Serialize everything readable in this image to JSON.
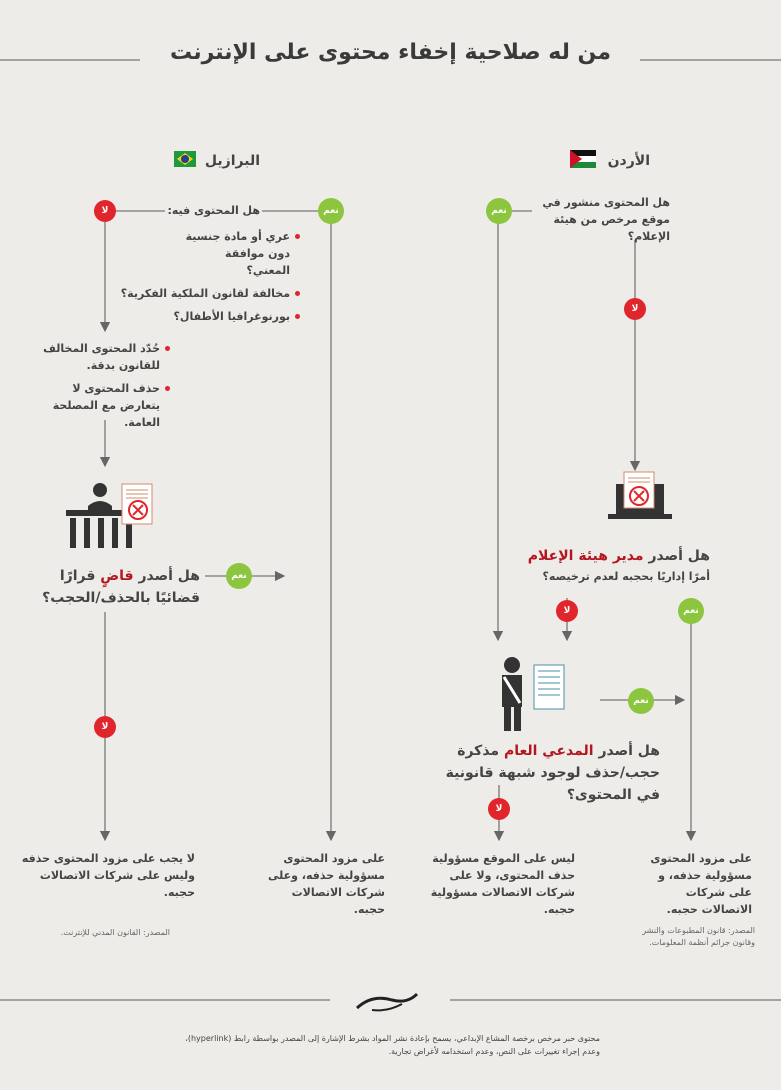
{
  "title": "من له صلاحية إخفاء محتوى على الإنترنت",
  "countries": {
    "brazil": "البرازيل",
    "jordan": "الأردن"
  },
  "labels": {
    "yes": "نعم",
    "no": "لا"
  },
  "brazil": {
    "q1_head": "هل المحتوى فيه:",
    "q1_items": [
      "عري أو مادة جنسية دون موافقة المعني؟",
      "مخالفة لقانون الملكية الفكرية؟",
      "بورنوغرافيا الأطفال؟"
    ],
    "conditions": [
      "حُدّد المحتوى المخالف للقانون بدقة.",
      "حذف المحتوى لا يتعارض مع المصلحة العامة."
    ],
    "judge_q_pre": "هل أصدر",
    "judge_q_red": "قاضٍ",
    "judge_q_post": "قرارًا قضائيًا بالحذف/الحجب؟",
    "out_no": "لا يجب على مزود المحتوى حذفه وليس على شركات الاتصالات حجبه.",
    "out_yes": "على مزود المحتوى مسؤولية حذفه، وعلى شركات الاتصالات حجبه.",
    "source": "المصدر: القانون المدني للإنترنت."
  },
  "jordan": {
    "q1": "هل المحتوى منشور في موقع مرخص من هيئة الإعلام؟",
    "director_q_pre": "هل أصدر",
    "director_q_red": "مدير هيئة الإعلام",
    "director_q_post": "أمرًا إداريًا بحجبه لعدم ترخيصه؟",
    "prosecutor_q_pre": "هل أصدر",
    "prosecutor_q_red": "المدعي العام",
    "prosecutor_q_post": "مذكرة حجب/حذف لوجود شبهة قانونية في المحتوى؟",
    "out_no": "ليس على الموقع مسؤولية حذف المحتوى، ولا على شركات الاتصالات مسؤولية حجبه.",
    "out_yes": "على مزود المحتوى مسؤولية حذفه، و على شركات الاتصالات حجبه.",
    "source": "المصدر: قانون المطبوعات والنشر وقانون جرائم أنظمة المعلومات."
  },
  "footer": "محتوى حبر مرخص برخصة المشاع الإبداعي، يسمح بإعادة نشر المواد بشرط الإشارة إلى المصدر بواسطة رابط (hyperlink)، وعدم إجراء تغييرات على النص، وعدم استخدامه لأغراض تجارية."
}
